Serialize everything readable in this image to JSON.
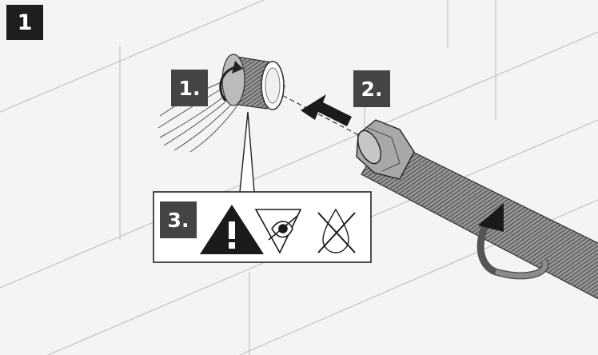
{
  "panel_number": "1",
  "steps": {
    "step1": "1.",
    "step2": "2.",
    "step3": "3."
  },
  "warning_panel": {
    "icons": [
      "warning-triangle-icon",
      "visual-inspection-icon",
      "no-water-drop-icon"
    ]
  },
  "colors": {
    "background": "#f4f4f4",
    "tile_lines": "#c8c8c8",
    "badge": "#444444",
    "hose": "#8c8c8c",
    "arrow": "#1a1a1a"
  }
}
